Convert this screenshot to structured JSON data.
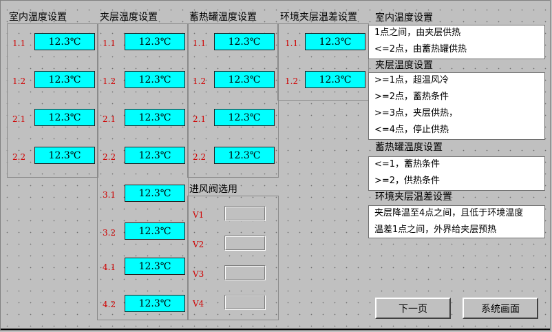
{
  "groups": {
    "indoor": {
      "title": "室内温度设置",
      "rows": [
        {
          "label": "1.1",
          "value": "12.3℃"
        },
        {
          "label": "1.2",
          "value": "12.3℃"
        },
        {
          "label": "2.1",
          "value": "12.3℃"
        },
        {
          "label": "2.2",
          "value": "12.3℃"
        }
      ]
    },
    "interlayer": {
      "title": "夹层温度设置",
      "rows": [
        {
          "label": "1.1",
          "value": "12.3℃"
        },
        {
          "label": "1.2",
          "value": "12.3℃"
        },
        {
          "label": "2.1",
          "value": "12.3℃"
        },
        {
          "label": "2.2",
          "value": "12.3℃"
        },
        {
          "label": "3.1",
          "value": "12.3℃"
        },
        {
          "label": "3.2",
          "value": "12.3℃"
        },
        {
          "label": "4.1",
          "value": "12.3℃"
        },
        {
          "label": "4.2",
          "value": "12.3℃"
        }
      ]
    },
    "tank": {
      "title": "蓄热罐温度设置",
      "rows": [
        {
          "label": "1.1",
          "value": "12.3℃"
        },
        {
          "label": "1.2",
          "value": "12.3℃"
        },
        {
          "label": "2.1",
          "value": "12.3℃"
        },
        {
          "label": "2.2",
          "value": "12.3℃"
        }
      ]
    },
    "env": {
      "title": "环境夹层温差设置",
      "rows": [
        {
          "label": "1.1",
          "value": "12.3℃"
        },
        {
          "label": "1.2",
          "value": "12.3℃"
        }
      ]
    },
    "valve": {
      "title": "进风阀选用",
      "rows": [
        {
          "label": "V1"
        },
        {
          "label": "V2"
        },
        {
          "label": "V3"
        },
        {
          "label": "V4"
        }
      ]
    }
  },
  "notes": {
    "indoor": {
      "title": "室内温度设置",
      "lines": [
        "1点之间，由夹层供热",
        "<=2点，由蓄热罐供热"
      ]
    },
    "interlayer": {
      "title": "夹层温度设置",
      "lines": [
        ">=1点，超温风冷",
        ">=2点，蓄热条件",
        ">=3点，夹层供热，",
        "<=4点，停止供热"
      ]
    },
    "tank": {
      "title": "蓄热罐温度设置",
      "lines": [
        "<=1，蓄热条件",
        ">=2，供热条件"
      ]
    },
    "env": {
      "title": "环境夹层温差设置",
      "lines": [
        "夹层降温至4点之间，且低于环境温度",
        "温差1点之间，外界给夹层预热"
      ]
    }
  },
  "buttons": {
    "next": "下一页",
    "system": "系统画面"
  },
  "colors": {
    "value_bg": "#00ffff",
    "label": "#d00000",
    "background": "#c0c0c0"
  }
}
